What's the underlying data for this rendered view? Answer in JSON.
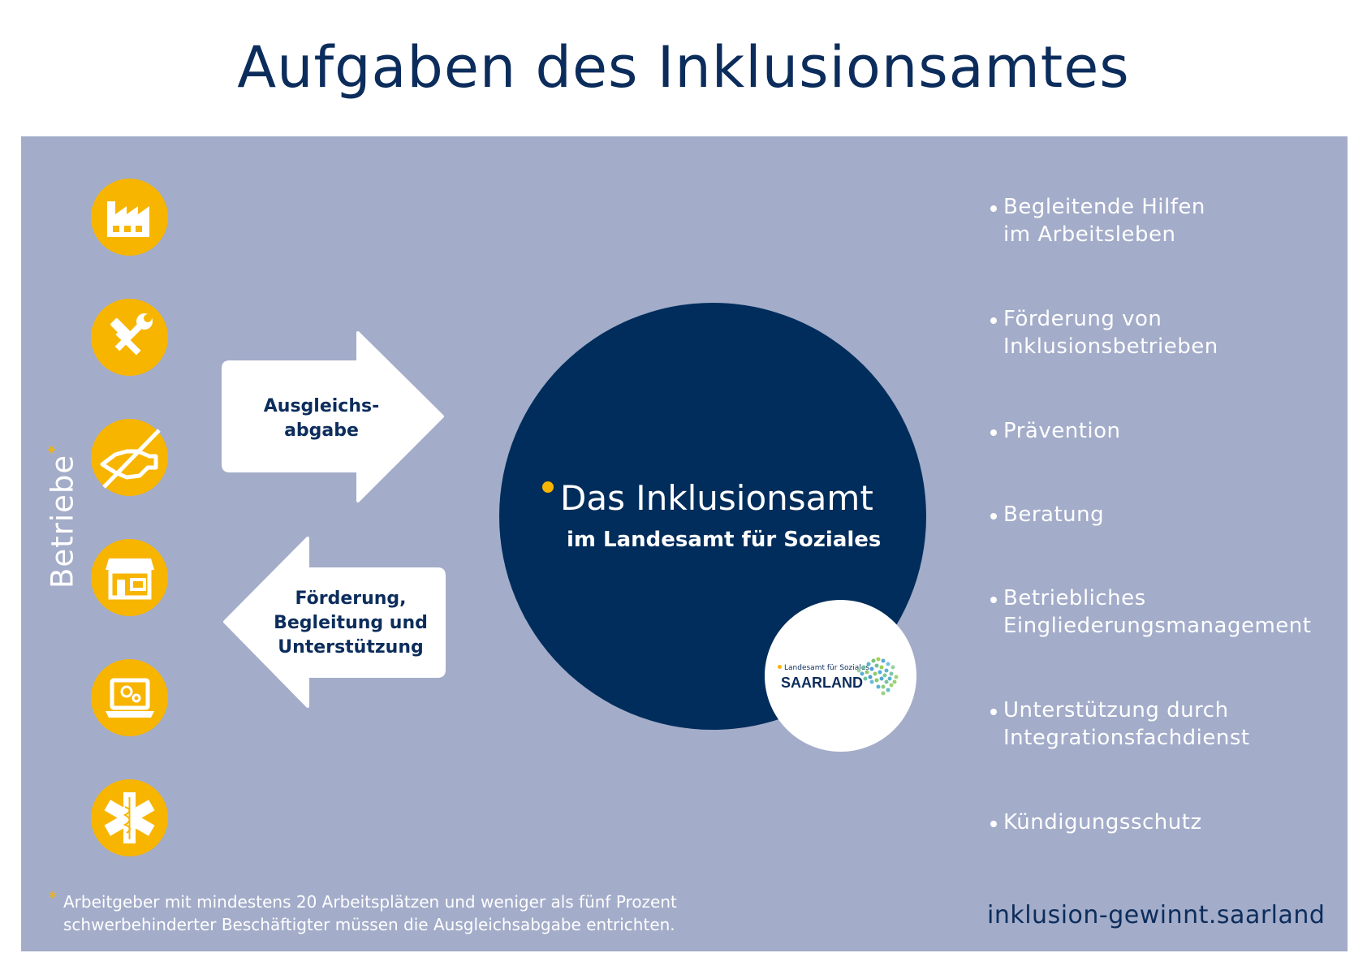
{
  "title": "Aufgaben des Inklusionsamtes",
  "side_label": "Betriebe",
  "side_label_marker": "*",
  "icons": [
    "factory-icon",
    "tools-icon",
    "handshake-crossed-icon",
    "shop-icon",
    "laptop-gear-icon",
    "medical-star-icon"
  ],
  "arrow_right_label_1": "Ausgleichs-",
  "arrow_right_label_2": "abgabe",
  "arrow_left_label_1": "Förderung,",
  "arrow_left_label_2": "Begleitung und",
  "arrow_left_label_3": "Unterstützung",
  "center_title": "Das Inklusionsamt",
  "center_subtitle": "im Landesamt für Soziales",
  "logo_top": "Landesamt für Soziales",
  "logo_main": "SAARLAND",
  "tasks": [
    {
      "line1": "Begleitende Hilfen",
      "line2": "im Arbeitsleben"
    },
    {
      "line1": "Förderung von",
      "line2": "Inklusionsbetrieben"
    },
    {
      "line1": "Prävention",
      "line2": ""
    },
    {
      "line1": "Beratung",
      "line2": ""
    },
    {
      "line1": "Betriebliches",
      "line2": "Eingliederungsmanagement"
    },
    {
      "line1": "Unterstützung durch",
      "line2": "Integrationsfachdienst"
    },
    {
      "line1": "Kündigungsschutz",
      "line2": ""
    }
  ],
  "footnote_marker": "*",
  "footnote_line1": "Arbeitgeber mit mindestens 20 Arbeitsplätzen und weniger als fünf Prozent",
  "footnote_line2": "schwerbehinderter Beschäftigter müssen die Ausgleichsabgabe entrichten.",
  "website": "inklusion-gewinnt.saarland",
  "colors": {
    "navy": "#002d5b",
    "panel": "#a3acc9",
    "accent": "#f7b500",
    "white": "#ffffff"
  }
}
